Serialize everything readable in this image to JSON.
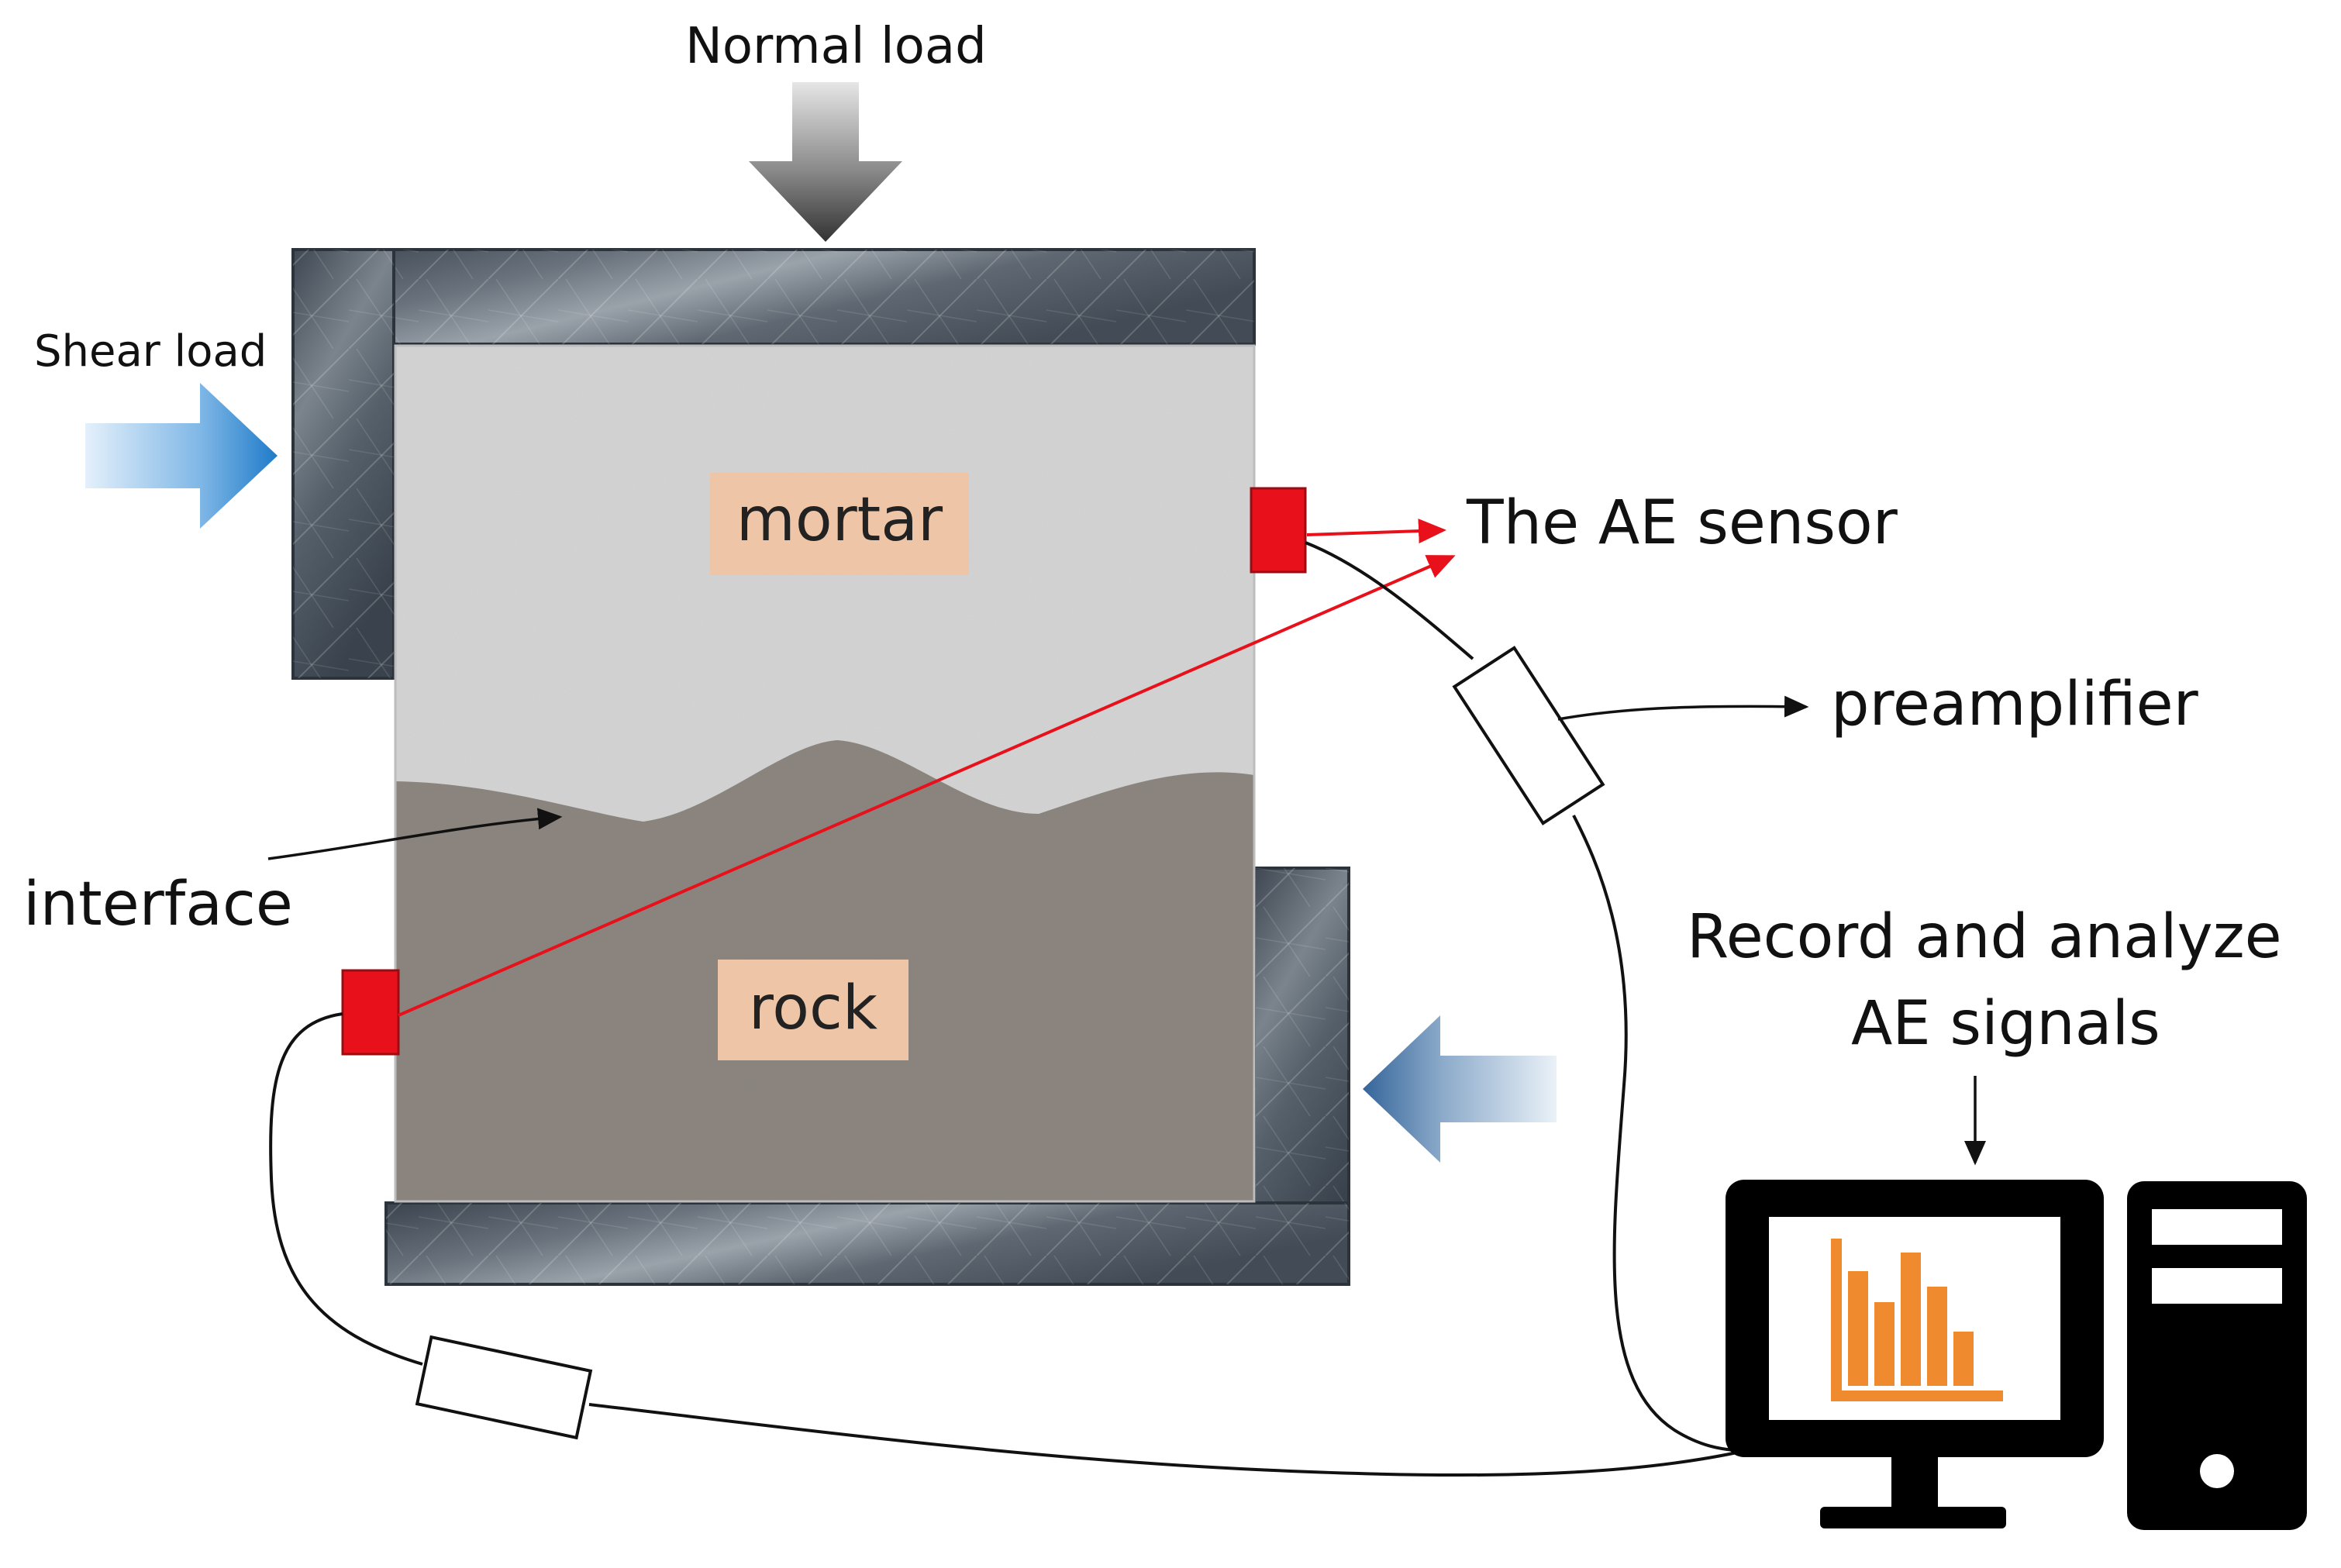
{
  "labels": {
    "normal_load": "Normal load",
    "shear_load": "Shear load",
    "mortar": "mortar",
    "rock": "rock",
    "ae_sensor": "The AE sensor",
    "preamplifier": "preamplifier",
    "interface": "interface",
    "record_line1": "Record and analyze",
    "record_line2": "AE signals"
  },
  "icons": {
    "monitor": "monitor-icon",
    "bar_chart": "bar-chart-icon",
    "tower": "computer-tower-icon"
  },
  "colors": {
    "steel": "#4b5561",
    "mortar": "#d4d4d4",
    "rock": "#8c857e",
    "sensor": "#e8101a",
    "signal_line": "#e8101a",
    "tag_bg": "#eec5a7",
    "shear_arrow": "#2f86d0",
    "reaction_arrow": "#3e6fa3",
    "chart_orange": "#ef8a2e"
  }
}
